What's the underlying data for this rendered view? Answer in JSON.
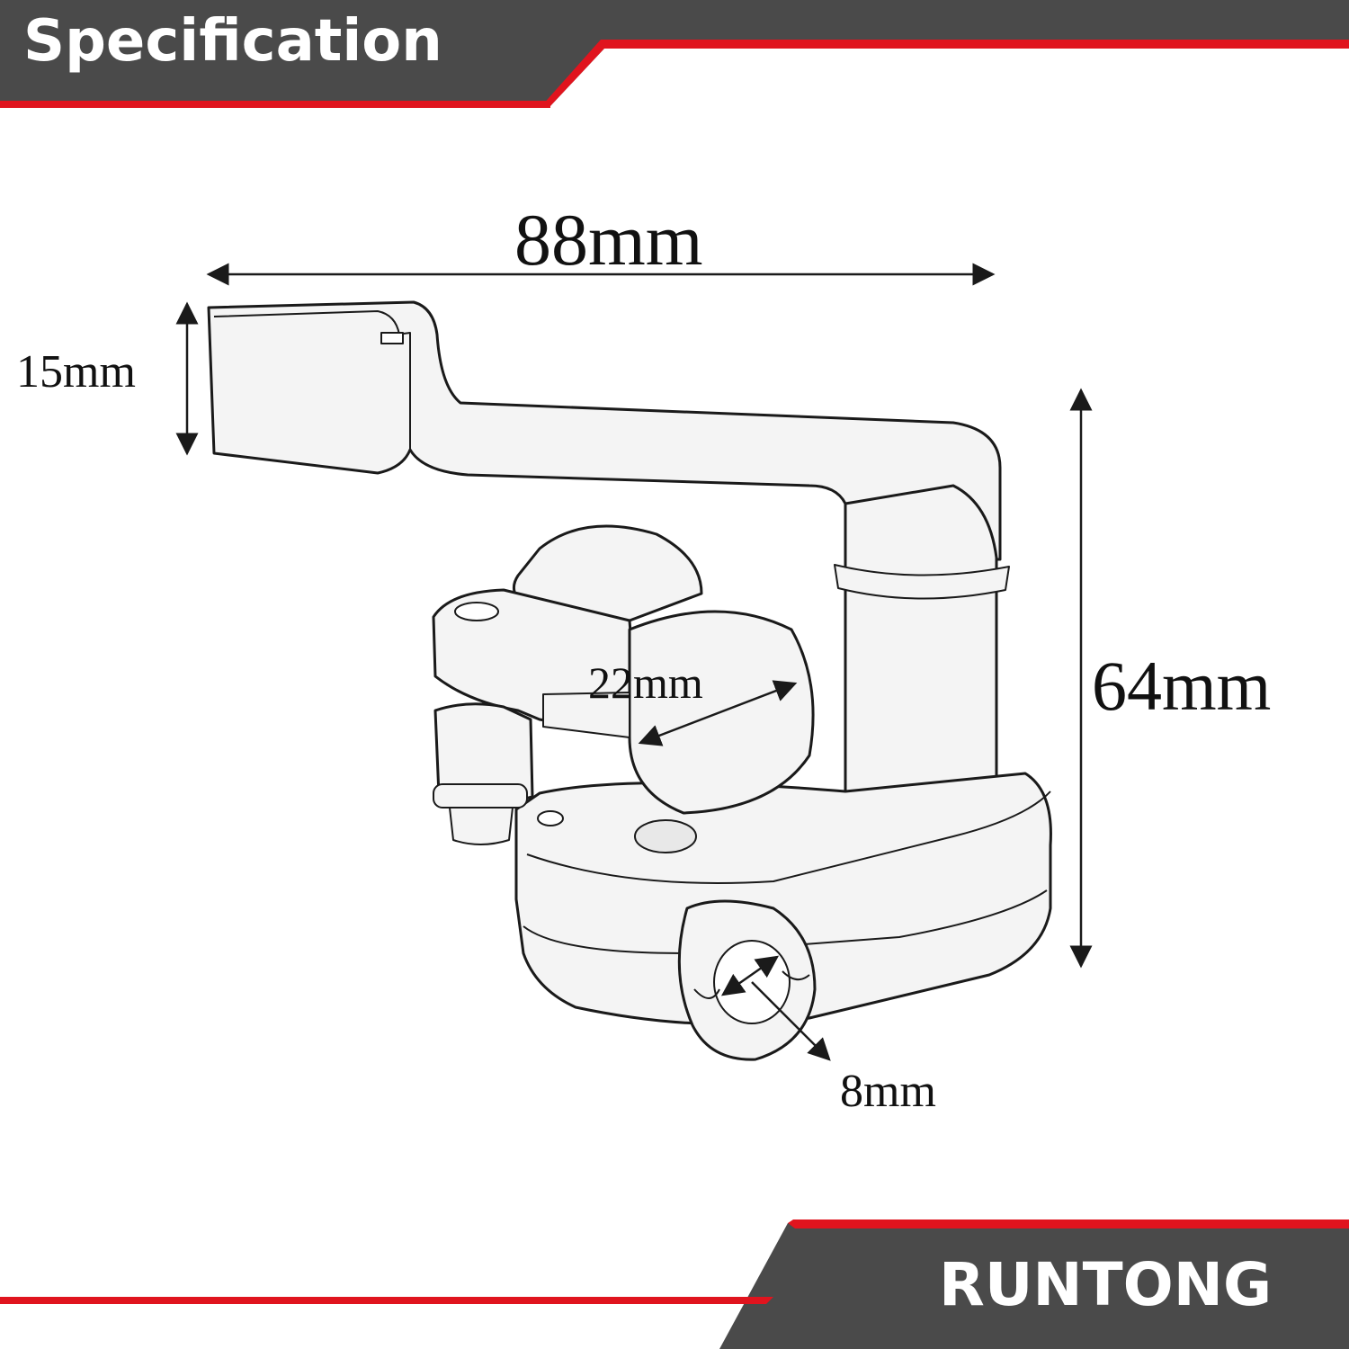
{
  "header": {
    "title": "Specification"
  },
  "footer": {
    "brand": "RUNTONG"
  },
  "dimensions": {
    "overall_width": "88mm",
    "lever_height": "15mm",
    "overall_height": "64mm",
    "clamp_diameter": "22mm",
    "cable_hole": "8mm"
  },
  "colors": {
    "banner": "#4a4a4a",
    "accent": "#e0141e",
    "line": "#1a1a1a"
  }
}
